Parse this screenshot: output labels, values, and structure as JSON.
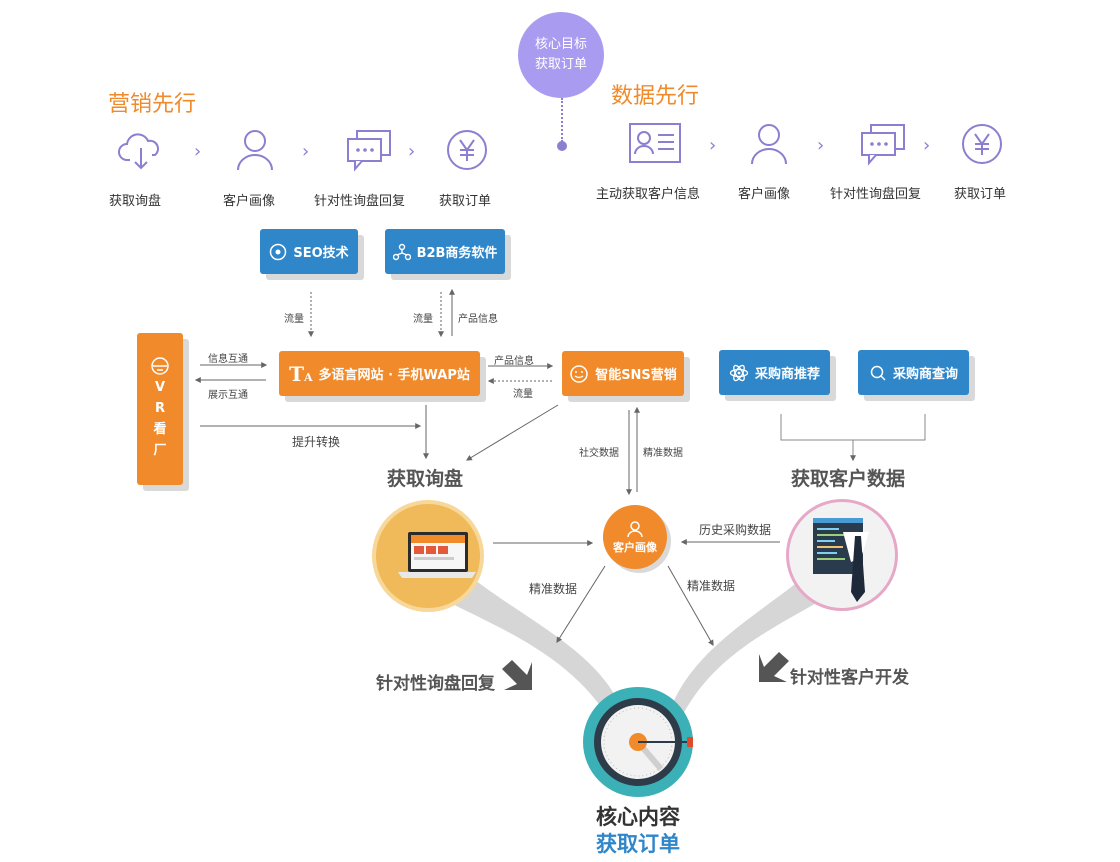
{
  "core_goal": {
    "line1": "核心目标",
    "line2": "获取订单"
  },
  "marketing": {
    "title": "营销先行",
    "steps": [
      {
        "label": "获取询盘",
        "icon": "cloud-download-icon"
      },
      {
        "label": "客户画像",
        "icon": "user-icon"
      },
      {
        "label": "针对性询盘回复",
        "icon": "chat-bubbles-icon"
      },
      {
        "label": "获取订单",
        "icon": "yen-icon"
      }
    ]
  },
  "data_first": {
    "title": "数据先行",
    "steps": [
      {
        "label": "主动获取客户信息",
        "icon": "id-card-icon"
      },
      {
        "label": "客户画像",
        "icon": "user-icon"
      },
      {
        "label": "针对性询盘回复",
        "icon": "chat-bubbles-icon"
      },
      {
        "label": "获取订单",
        "icon": "yen-icon"
      }
    ]
  },
  "chevron": "›",
  "buttons": {
    "seo": "SEO技术",
    "b2b": "B2B商务软件",
    "website": "多语言网站 · 手机WAP站",
    "sns": "智能SNS营销",
    "recommend": "采购商推荐",
    "query": "采购商查询",
    "vr": [
      "V",
      "R",
      "看",
      "厂"
    ]
  },
  "flow_labels": {
    "traffic1": "流量",
    "traffic2": "流量",
    "product_info1": "产品信息",
    "info_exchange": "信息互通",
    "display_exchange": "展示互通",
    "product_info2": "产品信息",
    "traffic3": "流量",
    "improve_conversion": "提升转换",
    "social_data": "社交数据",
    "precise_data1": "精准数据",
    "history_purchase": "历史采购数据",
    "precise_data2": "精准数据",
    "precise_data3": "精准数据"
  },
  "big_labels": {
    "get_inquiry": "获取询盘",
    "get_customer_data": "获取客户数据",
    "targeted_reply": "针对性询盘回复",
    "targeted_dev": "针对性客户开发"
  },
  "customer_profile": "客户画像",
  "core": {
    "line1": "核心内容",
    "line2": "获取订单"
  },
  "colors": {
    "orange": "#f08a2a",
    "blue": "#2f86c9",
    "purple": "#a99cf0",
    "teal": "#3bb0b6",
    "dark_blue_text": "#2f86c9"
  }
}
